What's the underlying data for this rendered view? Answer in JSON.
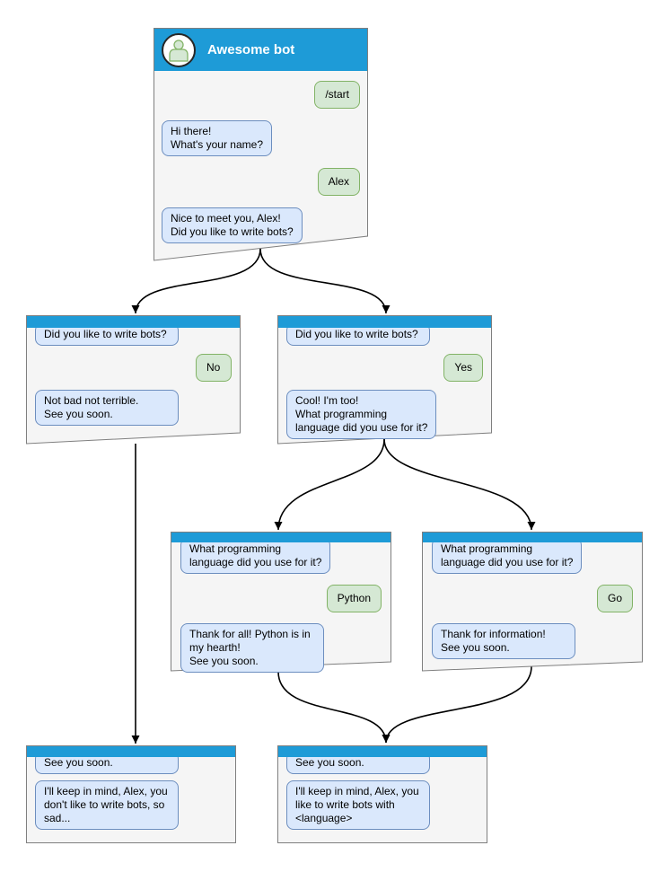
{
  "theme": {
    "header_blue": "#1e9bd7",
    "window_bg": "#f5f5f5",
    "window_border": "#7f7f7f",
    "bot_bubble_bg": "#dae8fc",
    "bot_bubble_border": "#6c8ebf",
    "user_bubble_bg": "#d5e8d4",
    "user_bubble_border": "#82b366",
    "edge_color": "#000000"
  },
  "icons": {
    "avatar": "person-icon"
  },
  "windows": [
    {
      "name": "root",
      "title": "Awesome bot",
      "messages": [
        {
          "from": "user",
          "text": "/start"
        },
        {
          "from": "bot",
          "text": "Hi there!\nWhat's your name?"
        },
        {
          "from": "user",
          "text": "Alex"
        },
        {
          "from": "bot",
          "text": "Nice to meet you, Alex!\nDid you like to write bots?"
        }
      ]
    },
    {
      "name": "branch-no",
      "messages": [
        {
          "from": "bot",
          "text": "Did you like to write bots?"
        },
        {
          "from": "user",
          "text": "No"
        },
        {
          "from": "bot",
          "text": "Not bad not terrible.\nSee you soon."
        }
      ]
    },
    {
      "name": "branch-yes",
      "messages": [
        {
          "from": "bot",
          "text": "Did you like to write bots?"
        },
        {
          "from": "user",
          "text": "Yes"
        },
        {
          "from": "bot",
          "text": "Cool! I'm too!\nWhat programming\nlanguage did you use for it?"
        }
      ]
    },
    {
      "name": "branch-python",
      "messages": [
        {
          "from": "bot",
          "text": "What programming\nlanguage did you use for it?"
        },
        {
          "from": "user",
          "text": "Python"
        },
        {
          "from": "bot",
          "text": "Thank for all! Python is in\nmy hearth!\nSee you soon."
        }
      ]
    },
    {
      "name": "branch-go",
      "messages": [
        {
          "from": "bot",
          "text": "What programming\nlanguage did you use for it?"
        },
        {
          "from": "user",
          "text": "Go"
        },
        {
          "from": "bot",
          "text": "Thank for information!\nSee you soon."
        }
      ]
    },
    {
      "name": "end-no",
      "messages": [
        {
          "from": "bot",
          "text": "See you soon."
        },
        {
          "from": "bot",
          "text": "I'll keep in mind, Alex, you\ndon't like to write bots, so\nsad..."
        }
      ]
    },
    {
      "name": "end-yes",
      "messages": [
        {
          "from": "bot",
          "text": "See you soon."
        },
        {
          "from": "bot",
          "text": "I'll keep in mind, Alex, you\nlike to write bots with\n<language>"
        }
      ]
    }
  ]
}
